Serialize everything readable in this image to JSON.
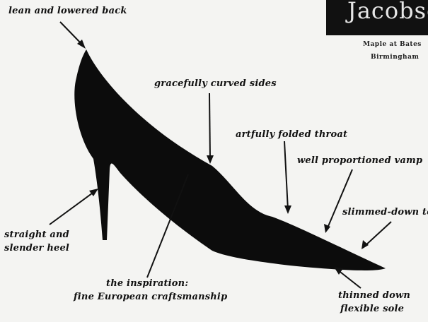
{
  "logo": {
    "text": "Jacobson"
  },
  "address": {
    "line1": "Maple at Bates",
    "line2": "Birmingham"
  },
  "callouts": {
    "back": "lean and lowered back",
    "sides": "gracefully curved sides",
    "throat": "artfully folded throat",
    "vamp": "well proportioned vamp",
    "toe": "slimmed-down toe",
    "heel_line1": "straight and",
    "heel_line2": "slender heel",
    "inspiration_line1": "the inspiration:",
    "inspiration_line2": "fine European craftsmanship",
    "sole_line1": "thinned down",
    "sole_line2": "flexible sole"
  },
  "colors": {
    "ink": "#111111",
    "paper": "#f4f4f2"
  }
}
